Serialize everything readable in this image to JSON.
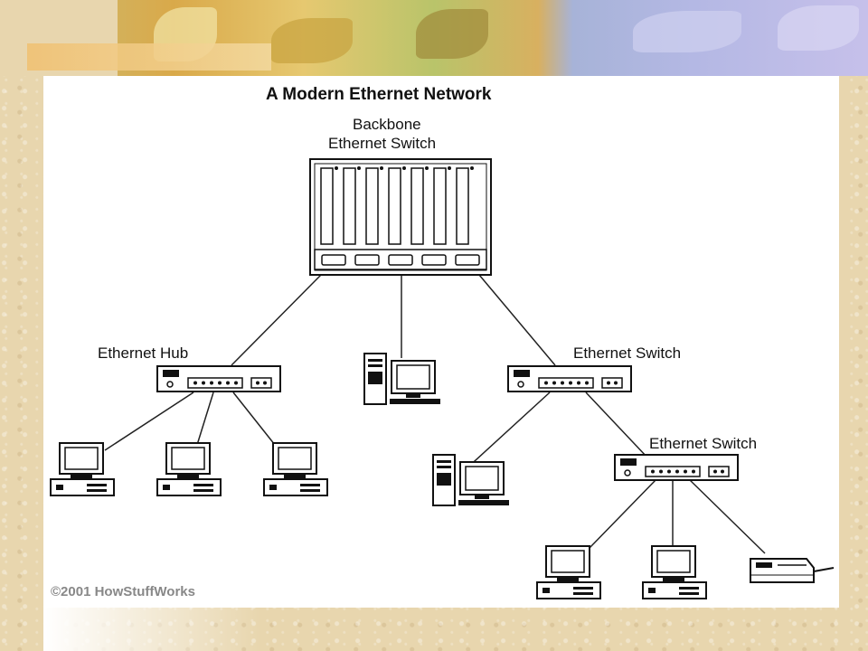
{
  "diagram": {
    "title": "A Modern Ethernet Network",
    "backbone_label_line1": "Backbone",
    "backbone_label_line2": "Ethernet Switch",
    "hub_label": "Ethernet Hub",
    "switch1_label": "Ethernet Switch",
    "switch2_label": "Ethernet Switch",
    "credit": "©2001 HowStuffWorks"
  },
  "colors": {
    "background": "#e8d6ae",
    "panel": "#ffffff",
    "ink": "#111111",
    "credit": "#888888"
  }
}
